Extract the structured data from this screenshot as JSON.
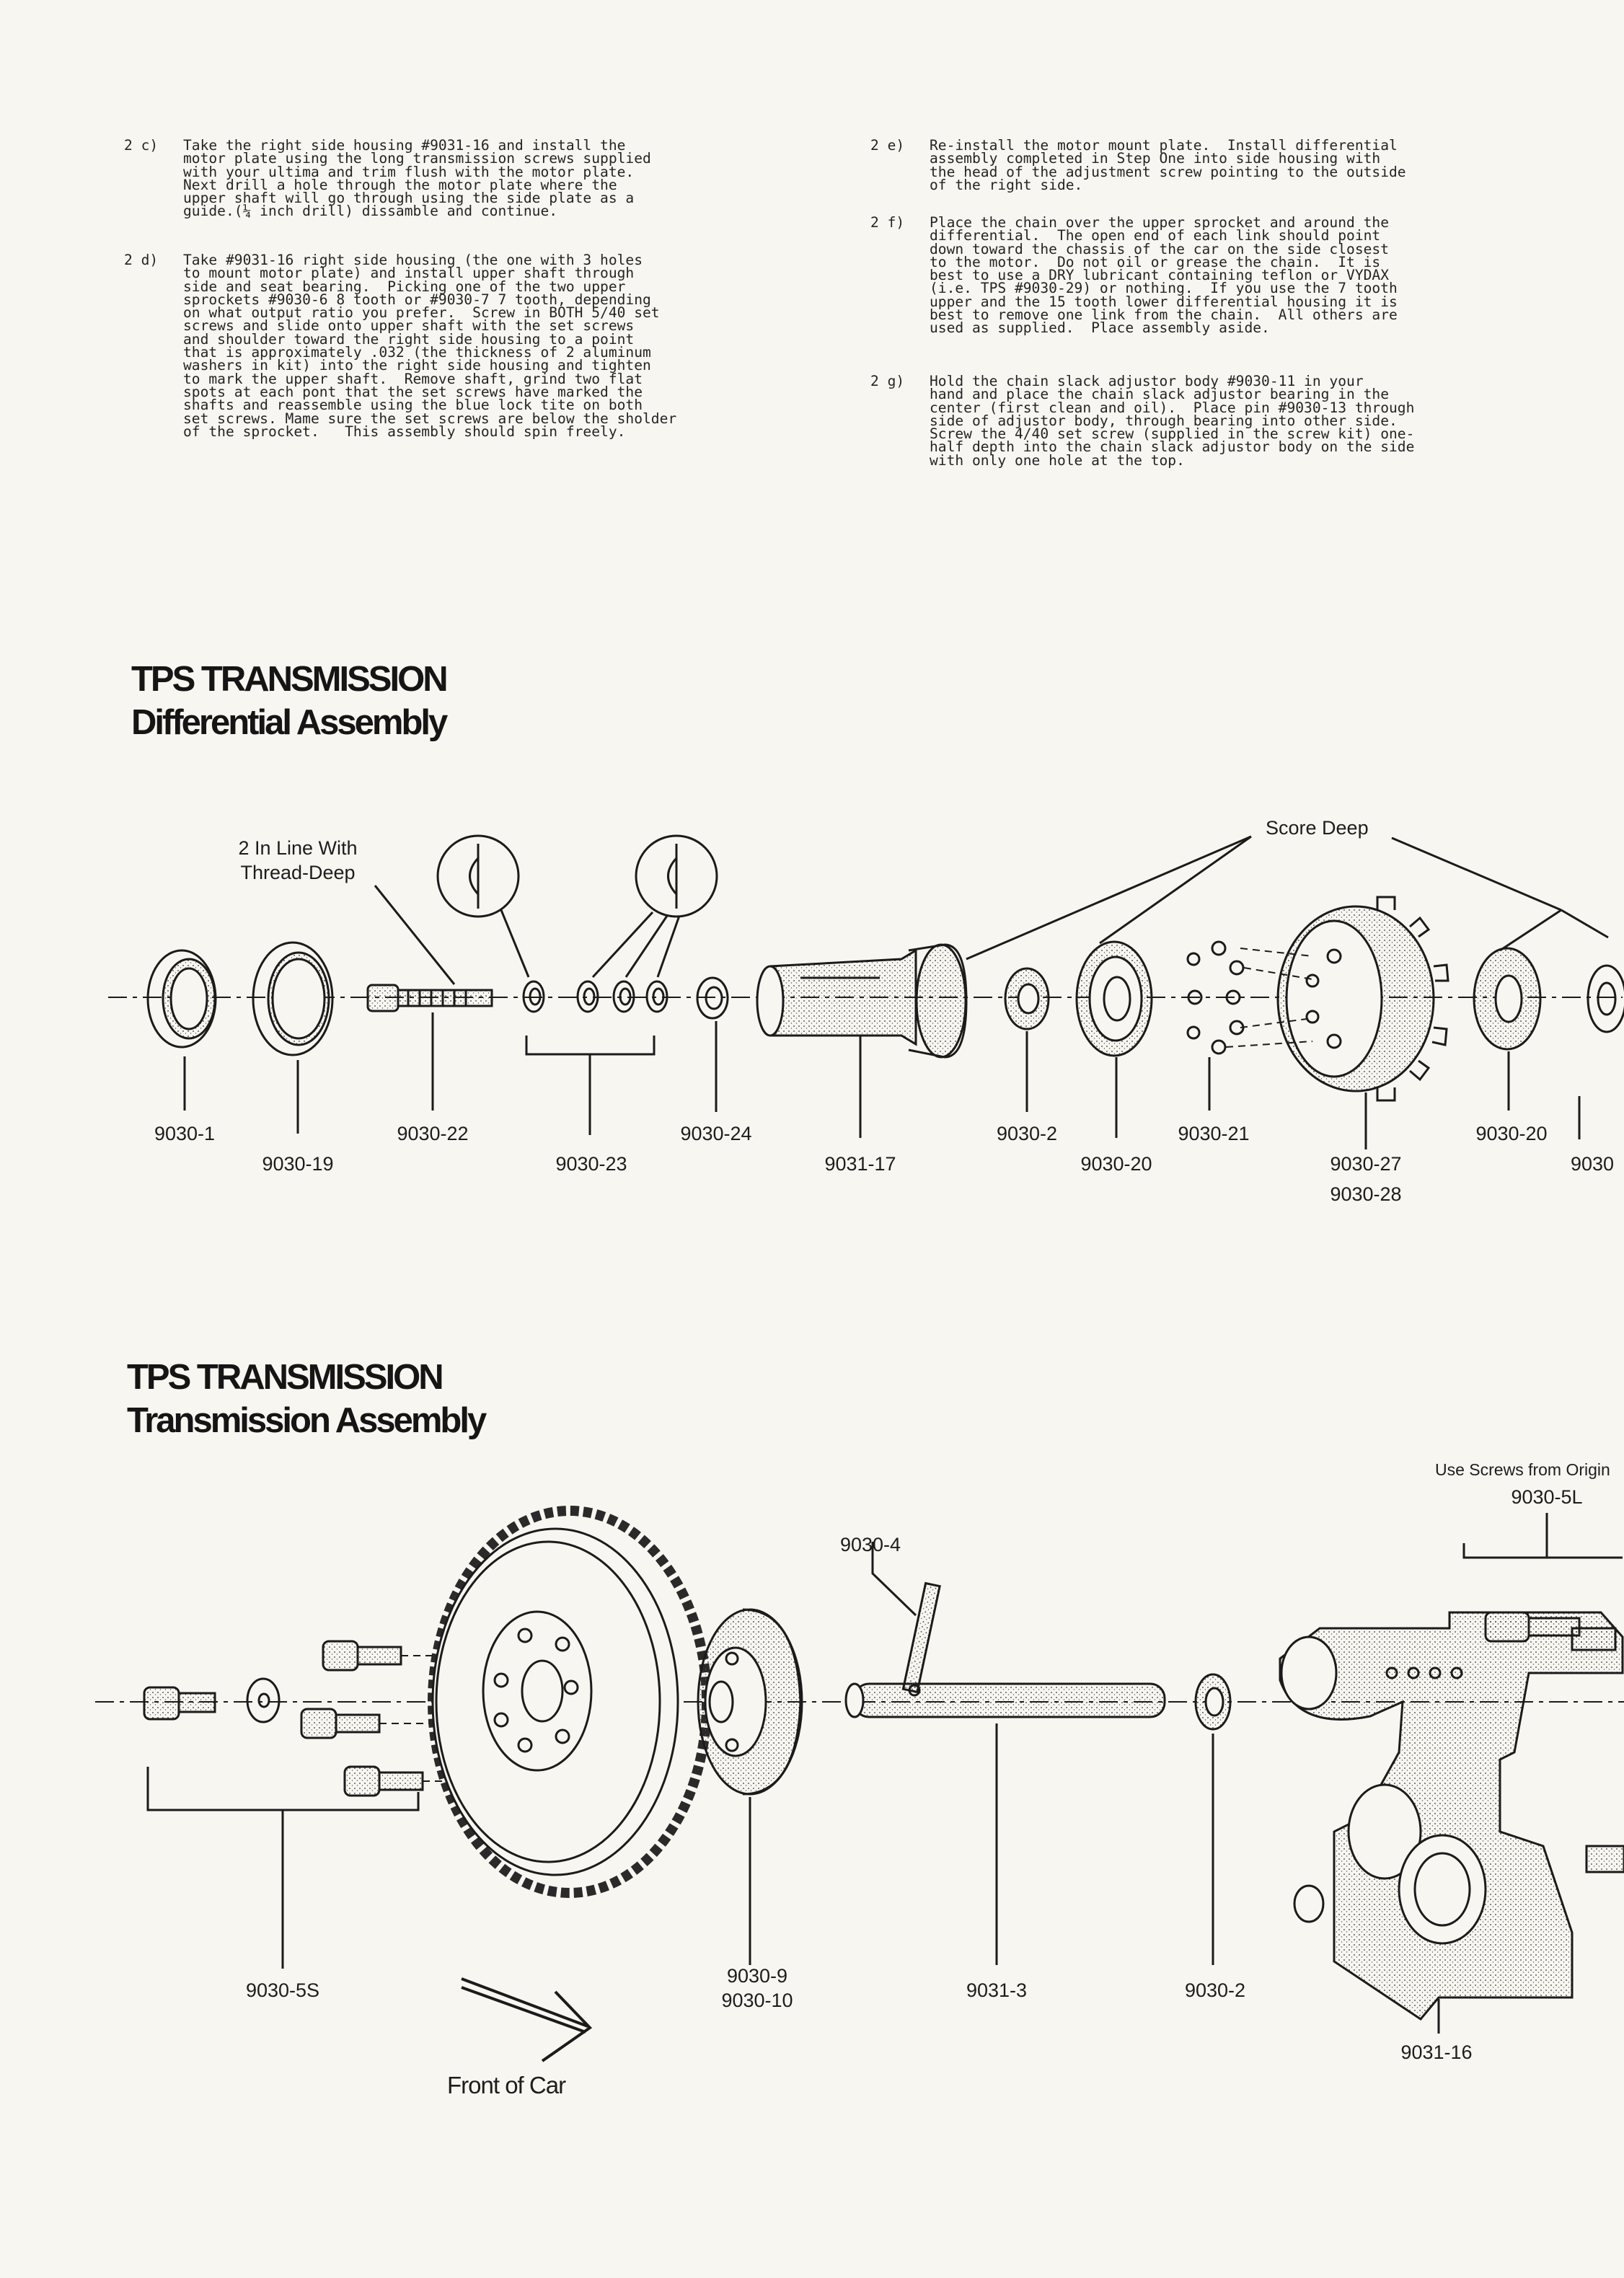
{
  "instructions": {
    "step_2c": {
      "label": "2 c)",
      "text": "Take the right side housing #9031-16 and install the\nmotor plate using the long transmission screws supplied\nwith your ultima and trim flush with the motor plate.\nNext drill a hole through the motor plate where the\nupper shaft will go through using the side plate as a\nguide.(¼ inch drill) dissamble and continue."
    },
    "step_2d": {
      "label": "2 d)",
      "text": "Take #9031-16 right side housing (the one with 3 holes\nto mount motor plate) and install upper shaft through\nside and seat bearing.  Picking one of the two upper\nsprockets #9030-6 8 tooth or #9030-7 7 tooth, depending\non what output ratio you prefer.  Screw in BOTH 5/40 set\nscrews and slide onto upper shaft with the set screws\nand shoulder toward the right side housing to a point\nthat is approximately .032 (the thickness of 2 aluminum\nwashers in kit) into the right side housing and tighten\nto mark the upper shaft.  Remove shaft, grind two flat\nspots at each pont that the set screws have marked the\nshafts and reassemble using the blue lock tite on both\nset screws. Mame sure the set screws are below the sholder\nof the sprocket.   This assembly should spin freely."
    },
    "step_2e": {
      "label": "2 e)",
      "text": "Re-install the motor mount plate.  Install differential\nassembly completed in Step One into side housing with\nthe head of the adjustment screw pointing to the outside\nof the right side."
    },
    "step_2f": {
      "label": "2 f)",
      "text": "Place the chain over the upper sprocket and around the\ndifferential.  The open end of each link should point\ndown toward the chassis of the car on the side closest\nto the motor.  Do not oil or grease the chain.  It is\nbest to use a DRY lubricant containing teflon or VYDAX\n(i.e. TPS #9030-29) or nothing.  If you use the 7 tooth\nupper and the 15 tooth lower differential housing it is\nbest to remove one link from the chain.  All others are\nused as supplied.  Place assembly aside."
    },
    "step_2g": {
      "label": "2 g)",
      "text": "Hold the chain slack adjustor body #9030-11 in your\nhand and place the chain slack adjustor bearing in the\ncenter (first clean and oil).  Place pin #9030-13 through\nside of adjustor body, through bearing into other side.\nScrew the 4/40 set screw (supplied in the screw kit) one-\nhalf depth into the chain slack adjustor body on the side\nwith only one hole at the top."
    }
  },
  "differential": {
    "title_line1": "TPS TRANSMISSION",
    "title_line2": "Differential Assembly",
    "note_thread_line1": "2 In Line With",
    "note_thread_line2": "Thread-Deep",
    "note_score": "Score Deep",
    "parts": [
      "9030-1",
      "9030-19",
      "9030-22",
      "9030-23",
      "9030-24",
      "9031-17",
      "9030-2",
      "9030-20",
      "9030-21",
      "9030-27",
      "9030-28",
      "9030-20",
      "9030"
    ]
  },
  "transmission": {
    "title_line1": "TPS TRANSMISSION",
    "title_line2": "Transmission Assembly",
    "note_screws": "Use Screws from Origin",
    "parts": [
      "9030-5L",
      "9030-4",
      "9030-5S",
      "9030-9",
      "9030-10",
      "9031-3",
      "9030-2",
      "9031-16"
    ],
    "front_label": "Front of Car"
  },
  "colors": {
    "paper": "#f7f6f1",
    "ink": "#1b1b1b"
  },
  "icons": [
    "front-of-car-arrow-icon"
  ]
}
